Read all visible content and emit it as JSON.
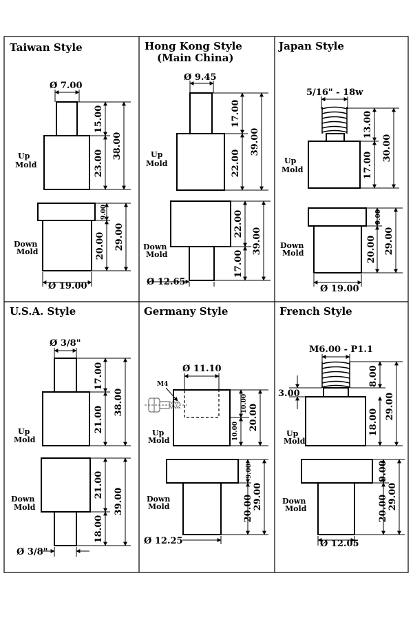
{
  "panels": {
    "taiwan": {
      "title": "Taiwan Style",
      "diameter_top": "Ø 7.00",
      "up_mold_label": [
        "Up",
        "Mold"
      ],
      "up_dims": [
        "15.00",
        "23.00",
        "38.00"
      ],
      "down_mold_label": [
        "Down",
        "Mold"
      ],
      "down_dims": [
        "9.00",
        "20.00",
        "29.00"
      ],
      "diameter_bottom": "Ø 19.00"
    },
    "hongkong": {
      "title": "Hong Kong Style",
      "subtitle": "(Main China)",
      "diameter_top": "Ø 9.45",
      "up_mold_label": [
        "Up",
        "Mold"
      ],
      "up_dims": [
        "17.00",
        "22.00",
        "39.00"
      ],
      "down_mold_label": [
        "Down",
        "Mold"
      ],
      "down_dims": [
        "22.00",
        "17.00",
        "39.00"
      ],
      "diameter_bottom": "Ø 12.65"
    },
    "japan": {
      "title": "Japan Style",
      "thread_spec": "5/16\" - 18w",
      "up_mold_label": [
        "Up",
        "Mold"
      ],
      "up_dims": [
        "13.00",
        "17.00",
        "30.00"
      ],
      "down_mold_label": [
        "Down",
        "Mold"
      ],
      "down_dims": [
        "9.00",
        "20.00",
        "29.00"
      ],
      "diameter_bottom": "Ø 19.00"
    },
    "usa": {
      "title": "U.S.A. Style",
      "diameter_top": "Ø 3/8\"",
      "up_mold_label": [
        "Up",
        "Mold"
      ],
      "up_dims": [
        "17.00",
        "21.00",
        "38.00"
      ],
      "down_mold_label": [
        "Down",
        "Mold"
      ],
      "down_dims": [
        "21.00",
        "18.00",
        "39.00"
      ],
      "diameter_bottom": "Ø 3/8\""
    },
    "germany": {
      "title": "Germany Style",
      "diameter_top": "Ø 11.10",
      "screw_label": "M4",
      "up_mold_label": [
        "Up",
        "Mold"
      ],
      "up_dims": [
        "10.00",
        "10.00",
        "20.00"
      ],
      "down_mold_label": [
        "Down",
        "Mold"
      ],
      "down_dims": [
        "9.00",
        "20.00",
        "29.00"
      ],
      "diameter_bottom": "Ø 12.25"
    },
    "french": {
      "title": "French Style",
      "thread_spec": "M6.00 - P1.1",
      "thread_offset": "3.00",
      "up_mold_label": [
        "Up",
        "Mold"
      ],
      "up_dims": [
        "8.00",
        "18.00",
        "29.00"
      ],
      "down_mold_label": [
        "Down",
        "Mold"
      ],
      "down_dims": [
        "9.00",
        "20.00",
        "29.00"
      ],
      "diameter_bottom": "Ø 12.05"
    }
  }
}
